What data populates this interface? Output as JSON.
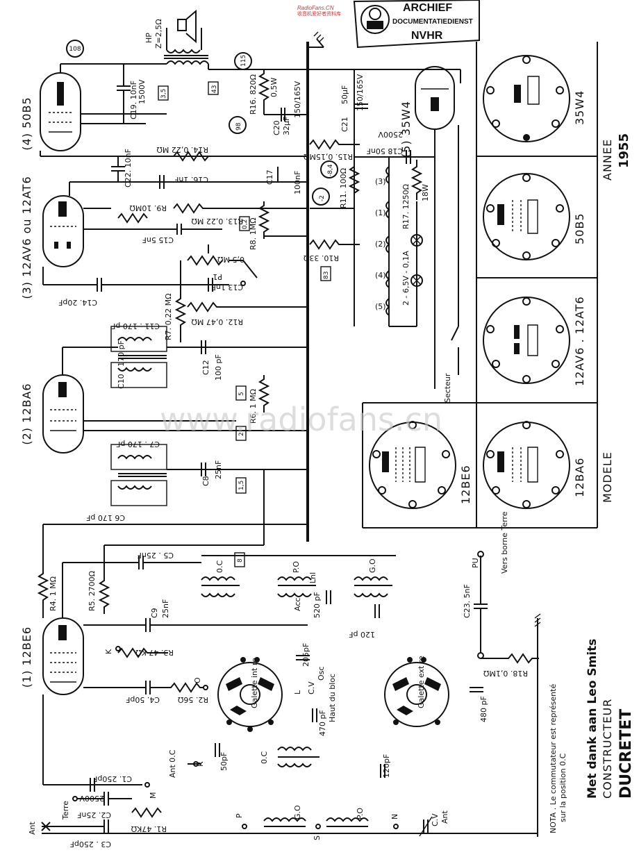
{
  "header": {
    "site": "RadioFans.CN",
    "site_sub": "收音机爱好者资料库"
  },
  "stamp": {
    "line1": "ARCHIEF",
    "line2": "DOCUMENTATIEDIENST",
    "line3": "NVHR"
  },
  "watermark": "www.radiofans.cn",
  "tubes": [
    {
      "id": "t1",
      "label": "(1) 12BE6"
    },
    {
      "id": "t2",
      "label": "(2) 12BA6"
    },
    {
      "id": "t3",
      "label": "(3) 12AV6 ou 12AT6"
    },
    {
      "id": "t4",
      "label": "(4) 50B5"
    },
    {
      "id": "t5",
      "label": "(5) 35W4"
    }
  ],
  "sockets": [
    {
      "label": "35W4"
    },
    {
      "label": "50B5"
    },
    {
      "label": "12AV6 . 12AT6"
    },
    {
      "label": "12BA6"
    },
    {
      "label": "12BE6"
    }
  ],
  "side_labels": {
    "annee": "ANNEE",
    "year": "1955",
    "modele": "MODELE",
    "constructeur": "CONSTRUCTEUR",
    "brand": "DUCRETET",
    "credit": "Met dank aan Leo Smits"
  },
  "nota": {
    "line1": "NOTA . Le commutateur est représenté",
    "line2": "sur la position 0.C"
  },
  "components": {
    "hp": "HP",
    "hp_z": "Z=2,5Ω",
    "r16": "R16. 820Ω",
    "r16w": "0,5W",
    "c20": "C20",
    "c20v": "32µF",
    "c20r": "150/165V",
    "c21": "C21",
    "c21v": "50µF",
    "c21r": "150/165V",
    "c19": "C19. 10nF",
    "c19v": "1500V",
    "r14": "R14. 0,22 MΩ",
    "r15": "R15. 0,15MΩ",
    "c18": "C18 50nF",
    "c18v": "2500V",
    "c22": "C22. 10nF",
    "c16": "C16. 1nF",
    "c17": "C17",
    "c17v": "100nF",
    "r9": "R9. 10MΩ",
    "r13": "R13. 0,22 MΩ",
    "c15": "C15 5nF",
    "r8": "R8. 1MΩ",
    "r11": "R11. 100Ω",
    "r17": "R17. 1250Ω",
    "r17w": "18W",
    "p1": "P1",
    "p1v": "0,5 MΩ",
    "c14": "C14. 20pF",
    "r10": "R10. 33Ω",
    "c13": "C13 1nF",
    "r7": "R7. 0,22 MΩ",
    "r12": "R12. 0,47 MΩ",
    "c11": "C11 . 170 pF",
    "c12": "C12",
    "c12v": "100 pF",
    "c10": "C10 . 170 pF",
    "r6": "R6. 1 MΩ",
    "c7": "C7 . 170 pF",
    "c8": "C8",
    "c8v": "25nF",
    "c6": "C6 170 pF",
    "lamps": "2 - 6,5V - 0,1A",
    "secteur": "Secteur",
    "c5": "C5 . 25nF",
    "r4": "R4. 1 MΩ",
    "r5": "R5. 2700Ω",
    "c9": "C9",
    "c9v": "25nF",
    "r3": "R3. 47 KΩ",
    "c4": "C4. 50pF",
    "r2": "R2. 56Ω",
    "c1": "C1. 250pF",
    "c2": "C2. 25nF",
    "c2v": "2500V",
    "r1": "R1. 47KΩ",
    "c3": "C3 . 250pF",
    "oc": "0.C",
    "po": "P.O",
    "go": "G.O",
    "lnl": "Lnl",
    "acc": "Acc",
    "c_520": "520 pF",
    "c_120a": "120 pF",
    "c_120b": "120pF",
    "c_205": "205pF",
    "c_470": "470 pF",
    "c_480": "480 pF",
    "c_50": "50pF",
    "c23": "C23. 5nF",
    "r18": "R18. 0,1MΩ",
    "cv_osc": "C.V",
    "osc": "Osc",
    "cv_ant": "C.V",
    "ant_t": "Ant",
    "galette_int": "Galette int re",
    "galette_ext": "Galette ext re",
    "haut": "Haut du bloc",
    "pu": "PU",
    "vers": "Vers borne Terre",
    "ant_oc": "Ant 0.C",
    "ant": "Ant",
    "terre": "Terre",
    "k": "K"
  },
  "markers": [
    "108",
    "115",
    "98",
    "-8,4",
    "-2",
    "3,5",
    "43",
    "0,2",
    "83",
    "5",
    "2",
    "1,5",
    "8"
  ],
  "nodes": [
    "R",
    "M",
    "P",
    "S",
    "N",
    "O",
    "L"
  ]
}
